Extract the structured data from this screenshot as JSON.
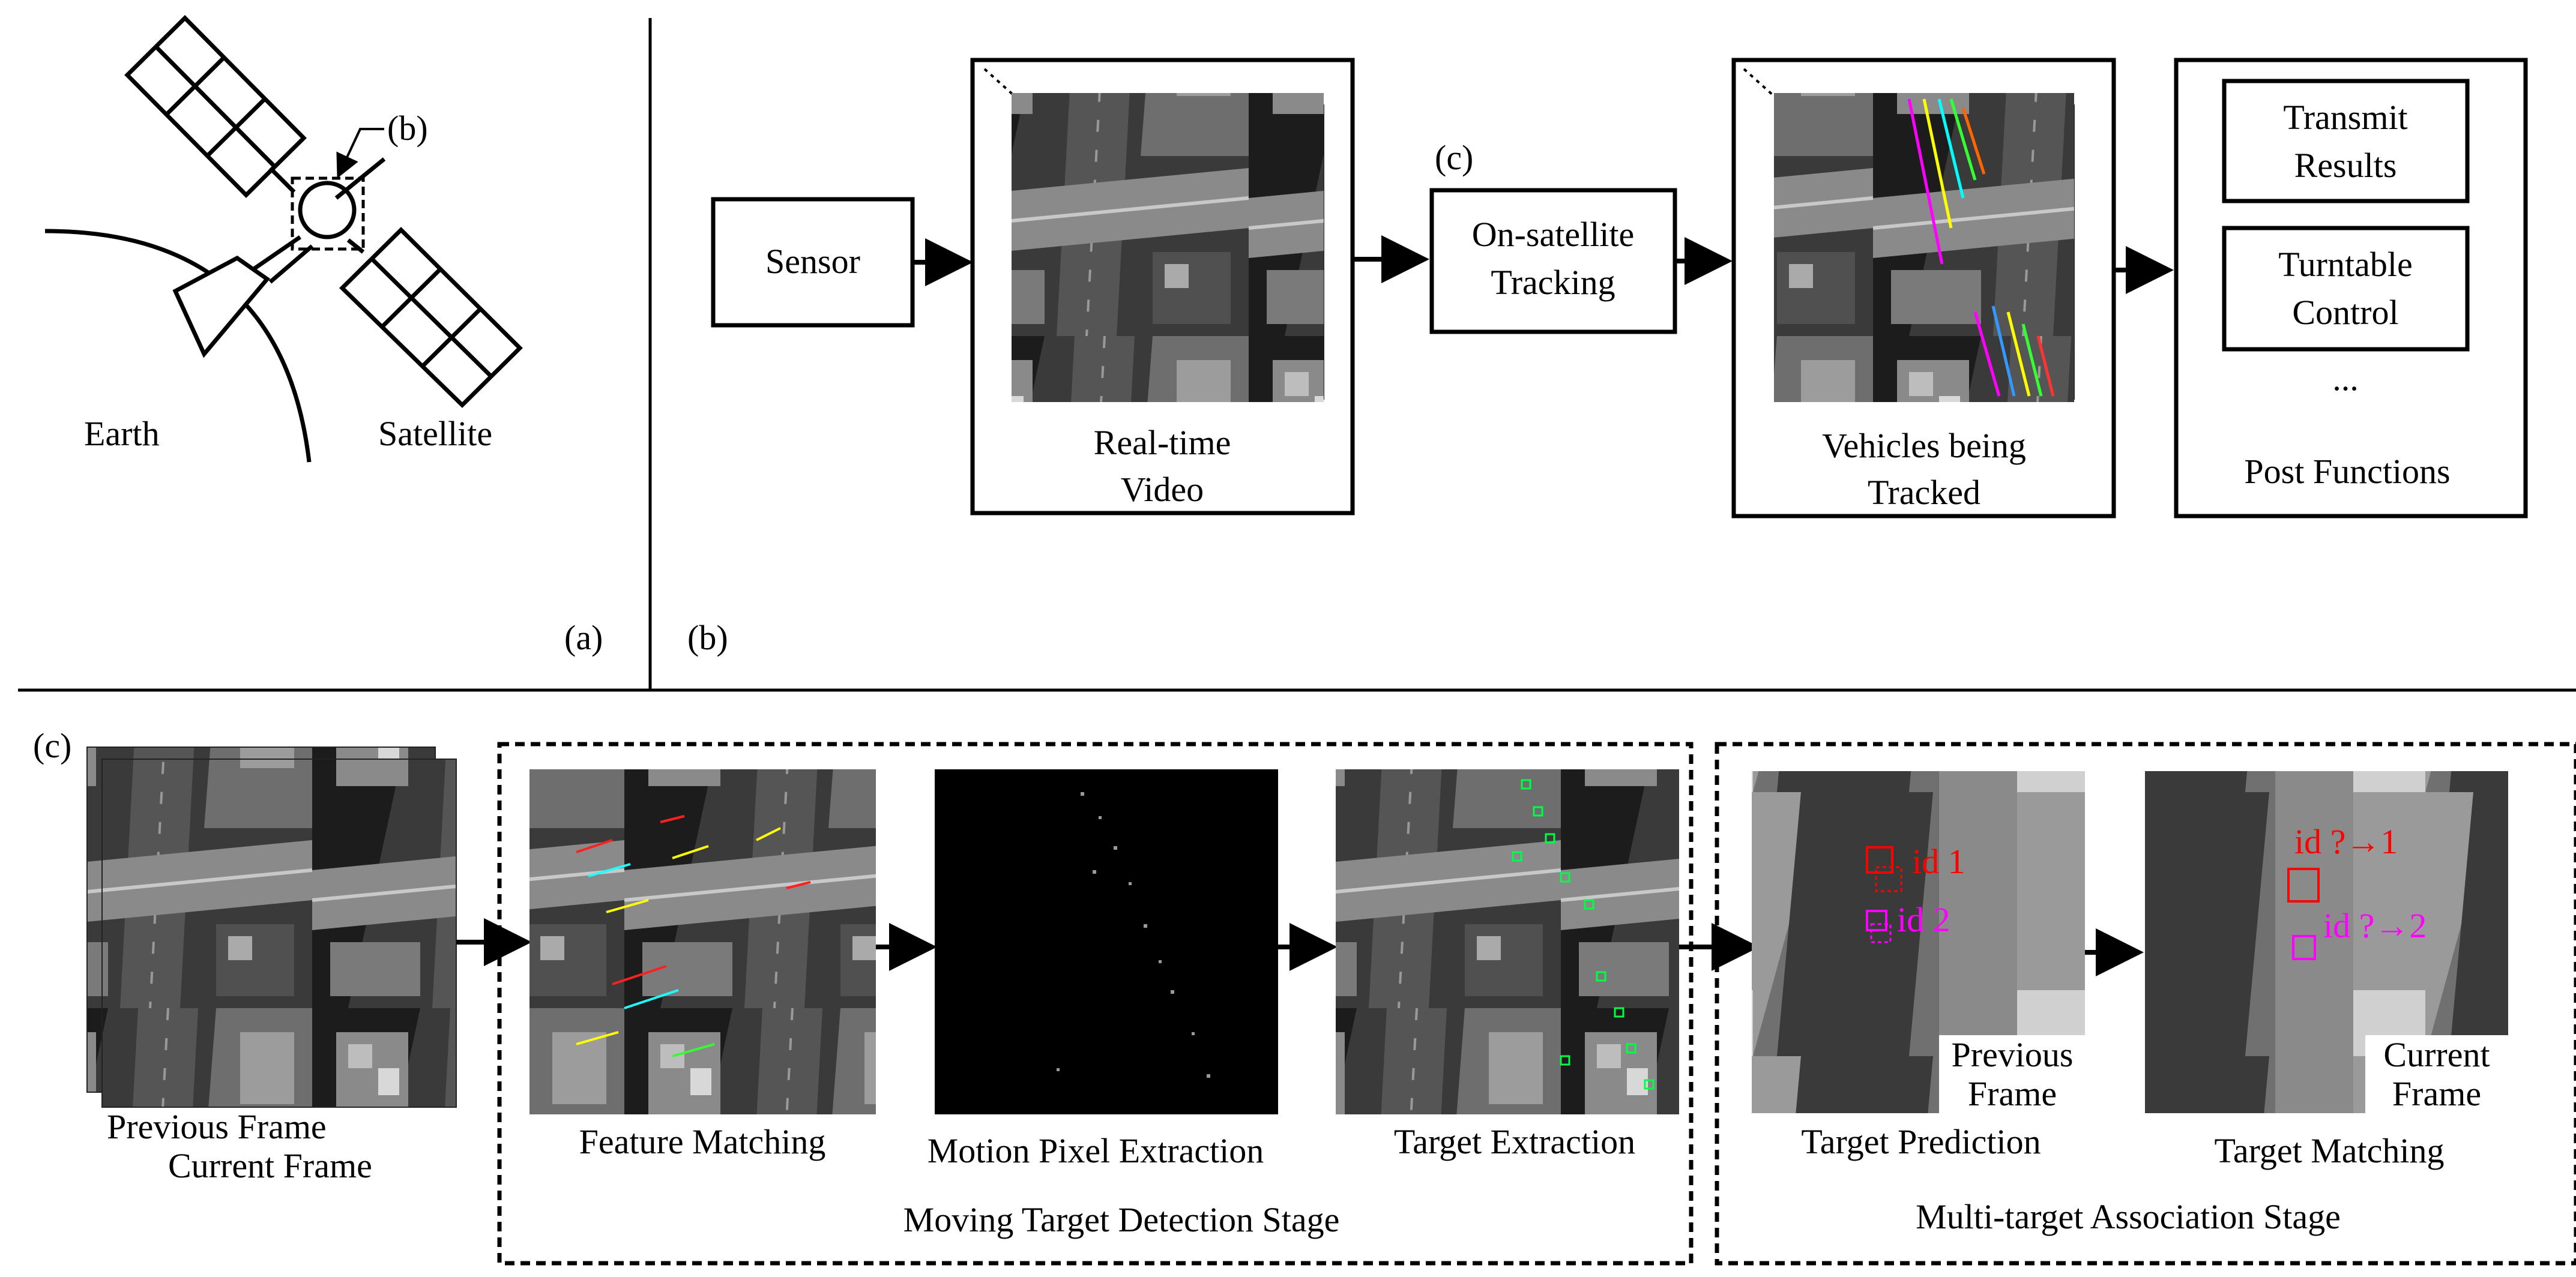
{
  "panel_a": {
    "earth_label": "Earth",
    "satellite_label": "Satellite",
    "callout_label": "(b)",
    "panel_tag": "(a)"
  },
  "panel_b": {
    "panel_tag": "(b)",
    "sensor_label": "Sensor",
    "video_label_line1": "Real-time",
    "video_label_line2": "Video",
    "tracking_callout": "(c)",
    "tracking_line1": "On-satellite",
    "tracking_line2": "Tracking",
    "tracked_line1": "Vehicles being",
    "tracked_line2": "Tracked",
    "transmit_line1": "Transmit",
    "transmit_line2": "Results",
    "turntable_line1": "Turntable",
    "turntable_line2": "Control",
    "ellipsis": "...",
    "post_label": "Post Functions"
  },
  "panel_c": {
    "panel_tag": "(c)",
    "previous_frame": "Previous Frame",
    "current_frame": "Current Frame",
    "feature_matching": "Feature Matching",
    "motion_pixel": "Motion Pixel Extraction",
    "target_extraction": "Target Extraction",
    "detection_stage": "Moving Target Detection Stage",
    "target_prediction": "Target Prediction",
    "target_matching": "Target Matching",
    "association_stage": "Multi-target Association Stage",
    "prev_frame_line1": "Previous",
    "prev_frame_line2": "Frame",
    "cur_frame_line1": "Current",
    "cur_frame_line2": "Frame",
    "id1": "id 1",
    "id2": "id 2",
    "id_match1": "id ?→1",
    "id_match2": "id ?→2"
  },
  "colors": {
    "id_red": "#ff0000",
    "id_magenta": "#ff00ff",
    "detection_green": "#00ff44"
  }
}
